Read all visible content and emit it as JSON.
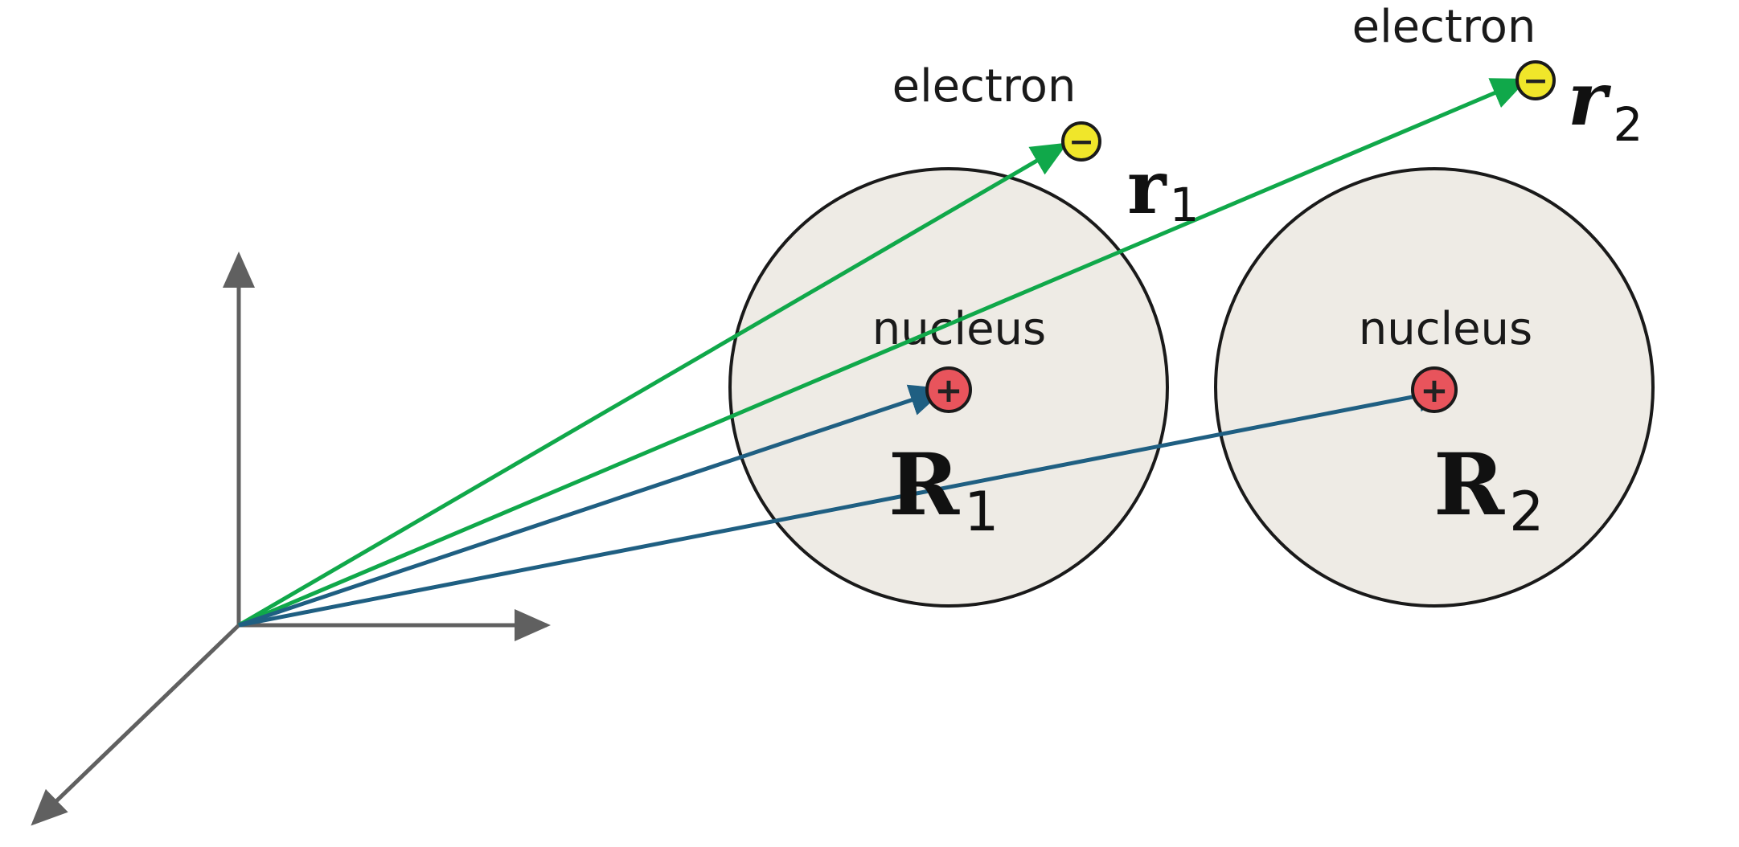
{
  "colors": {
    "background": "#ffffff",
    "atom_fill": "#eeebe5",
    "atom_stroke": "#1a1a1a",
    "axes": "#606060",
    "electron_vector": "#10a84a",
    "nucleus_vector": "#1f5f82",
    "electron_fill": "#f0e62a",
    "nucleus_fill": "#e8545c"
  },
  "atoms": [
    {
      "nucleus_label": "nucleus",
      "electron_label": "electron",
      "nucleus_sign": "+",
      "electron_sign": "−"
    },
    {
      "nucleus_label": "nucleus",
      "electron_label": "electron",
      "nucleus_sign": "+",
      "electron_sign": "−"
    }
  ],
  "vectors": {
    "r1": {
      "letter": "r",
      "subscript": "1",
      "style": "bold upright"
    },
    "r2": {
      "letter": "r",
      "subscript": "2",
      "style": "bold italic"
    },
    "R1": {
      "letter": "R",
      "subscript": "1",
      "style": "bold upright"
    },
    "R2": {
      "letter": "R",
      "subscript": "2",
      "style": "bold upright"
    }
  }
}
